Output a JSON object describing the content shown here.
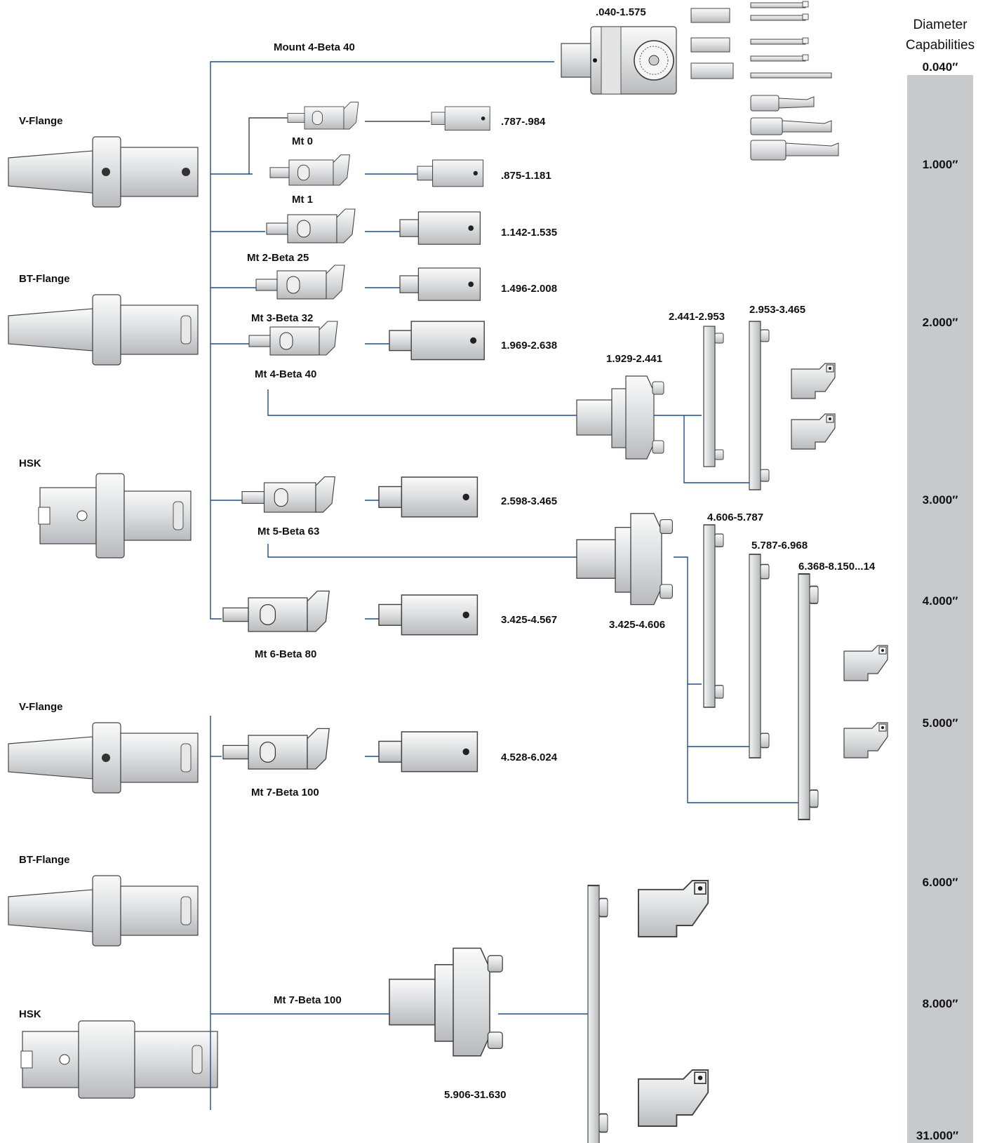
{
  "diameter_scale": {
    "header_line1": "Diameter",
    "header_line2": "Capabilities",
    "top_label": "0.040″",
    "ticks": [
      "1.000″",
      "2.000″",
      "3.000″",
      "4.000″",
      "5.000″",
      "6.000″",
      "8.000″"
    ],
    "bottom_label": "31.000″",
    "bar_color": "#c8c9cb"
  },
  "holders": [
    "V-Flange",
    "BT-Flange",
    "HSK",
    "V-Flange",
    "BT-Flange",
    "HSK"
  ],
  "mounts": {
    "mount4": "Mount 4-Beta 40",
    "mt0": "Mt 0",
    "mt1": "Mt 1",
    "mt2": "Mt 2-Beta 25",
    "mt3": "Mt 3-Beta 32",
    "mt4": "Mt 4-Beta 40",
    "mt5": "Mt 5-Beta 63",
    "mt6": "Mt 6-Beta 80",
    "mt7a": "Mt 7-Beta 100",
    "mt7b": "Mt 7-Beta 100"
  },
  "ranges": {
    "r_top": ".040-1.575",
    "r0": ".787-.984",
    "r1": ".875-1.181",
    "r2": "1.142-1.535",
    "r3": "1.496-2.008",
    "r4": "1.969-2.638",
    "r5": "2.598-3.465",
    "r6": "3.425-4.567",
    "r7": "4.528-6.024",
    "b1": "1.929-2.441",
    "b2": "2.441-2.953",
    "b3": "2.953-3.465",
    "b4": "3.425-4.606",
    "b5": "4.606-5.787",
    "b6": "5.787-6.968",
    "b7": "6.368-8.150...14",
    "b8": "5.906-31.630"
  },
  "colors": {
    "connector": "#1f4e8c",
    "metal": "#d9dadc",
    "bar": "#c8c9cb"
  }
}
